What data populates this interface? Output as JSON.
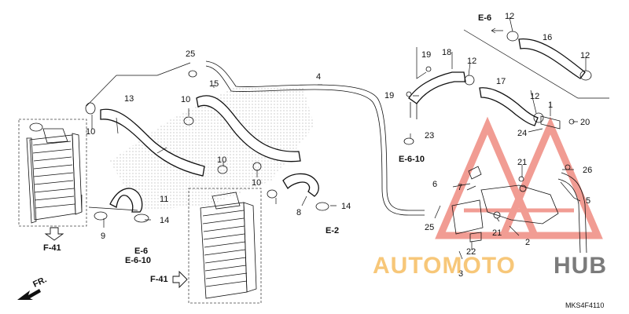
{
  "diagram": {
    "part_labels": [
      {
        "id": "p1",
        "text": "1"
      },
      {
        "id": "p2",
        "text": "2"
      },
      {
        "id": "p3",
        "text": "3"
      },
      {
        "id": "p4",
        "text": "4"
      },
      {
        "id": "p5",
        "text": "5"
      },
      {
        "id": "p6",
        "text": "6"
      },
      {
        "id": "p7",
        "text": "7"
      },
      {
        "id": "p8",
        "text": "8"
      },
      {
        "id": "p9",
        "text": "9"
      },
      {
        "id": "p10a",
        "text": "10"
      },
      {
        "id": "p10b",
        "text": "10"
      },
      {
        "id": "p10c",
        "text": "10"
      },
      {
        "id": "p10d",
        "text": "10"
      },
      {
        "id": "p11",
        "text": "11"
      },
      {
        "id": "p12a",
        "text": "12"
      },
      {
        "id": "p12b",
        "text": "12"
      },
      {
        "id": "p12c",
        "text": "12"
      },
      {
        "id": "p12d",
        "text": "12"
      },
      {
        "id": "p13",
        "text": "13"
      },
      {
        "id": "p14a",
        "text": "14"
      },
      {
        "id": "p14b",
        "text": "14"
      },
      {
        "id": "p15",
        "text": "15"
      },
      {
        "id": "p16",
        "text": "16"
      },
      {
        "id": "p17",
        "text": "17"
      },
      {
        "id": "p18",
        "text": "18"
      },
      {
        "id": "p19a",
        "text": "19"
      },
      {
        "id": "p19b",
        "text": "19"
      },
      {
        "id": "p20",
        "text": "20"
      },
      {
        "id": "p21a",
        "text": "21"
      },
      {
        "id": "p21b",
        "text": "21"
      },
      {
        "id": "p22",
        "text": "22"
      },
      {
        "id": "p23",
        "text": "23"
      },
      {
        "id": "p24",
        "text": "24"
      },
      {
        "id": "p25a",
        "text": "25"
      },
      {
        "id": "p25b",
        "text": "25"
      },
      {
        "id": "p26",
        "text": "26"
      }
    ],
    "ref_labels": [
      {
        "id": "r1",
        "text": "E-6"
      },
      {
        "id": "r2",
        "text": "E-6-10"
      },
      {
        "id": "r3",
        "text": "E-6"
      },
      {
        "id": "r4",
        "text": "E-6-10"
      },
      {
        "id": "r5",
        "text": "E-2"
      },
      {
        "id": "r6",
        "text": "F-41"
      },
      {
        "id": "r7",
        "text": "F-41"
      },
      {
        "id": "r8",
        "text": "FR."
      }
    ],
    "diagram_code": "MKS4F4110"
  },
  "watermark": {
    "text_part1": "AUTOMOTO",
    "text_part2": "HUB",
    "color_part1": "#f5b041",
    "color_part2": "#444444",
    "logo_color": "#e74c3c"
  }
}
